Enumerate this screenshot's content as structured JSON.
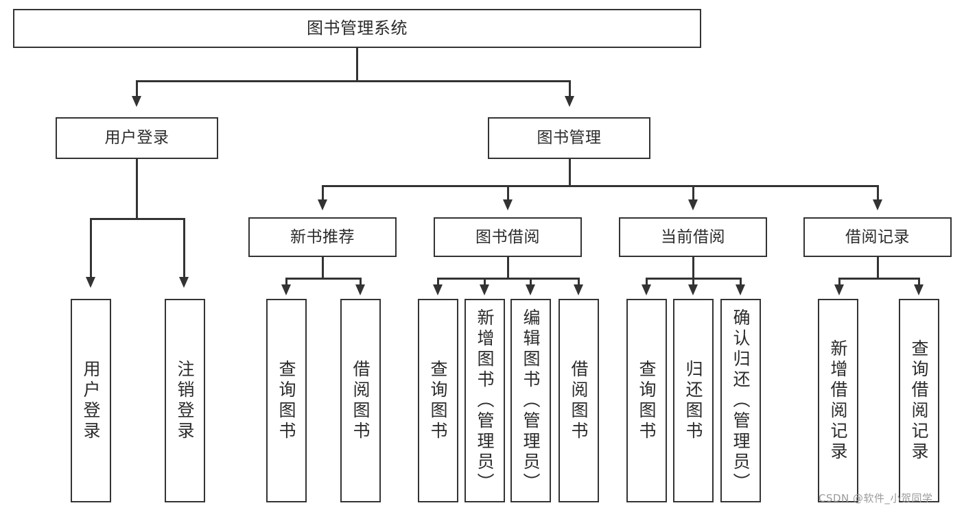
{
  "diagram": {
    "title": "图书管理系统",
    "type": "function-decomposition-tree",
    "root": {
      "label": "图书管理系统"
    },
    "level2": [
      {
        "label": "用户登录"
      },
      {
        "label": "图书管理"
      }
    ],
    "level3": [
      {
        "label": "新书推荐"
      },
      {
        "label": "图书借阅"
      },
      {
        "label": "当前借阅"
      },
      {
        "label": "借阅记录"
      }
    ],
    "leaves": {
      "user_login": [
        {
          "label": "用户登录"
        },
        {
          "label": "注销登录"
        }
      ],
      "new_book_recommend": [
        {
          "label": "查询图书"
        },
        {
          "label": "借阅图书"
        }
      ],
      "book_borrow": [
        {
          "label": "查询图书"
        },
        {
          "label": "新增图书（管理员）"
        },
        {
          "label": "编辑图书（管理员）"
        },
        {
          "label": "借阅图书"
        }
      ],
      "current_borrow": [
        {
          "label": "查询图书"
        },
        {
          "label": "归还图书"
        },
        {
          "label": "确认归还（管理员）"
        }
      ],
      "borrow_record": [
        {
          "label": "新增借阅记录"
        },
        {
          "label": "查询借阅记录"
        }
      ]
    }
  },
  "watermark": {
    "text": "CSDN @软件_小贺同学"
  },
  "colors": {
    "stroke": "#333333",
    "text": "#2b2b2b",
    "background": "#ffffff",
    "watermark": "#9a9a9a"
  }
}
